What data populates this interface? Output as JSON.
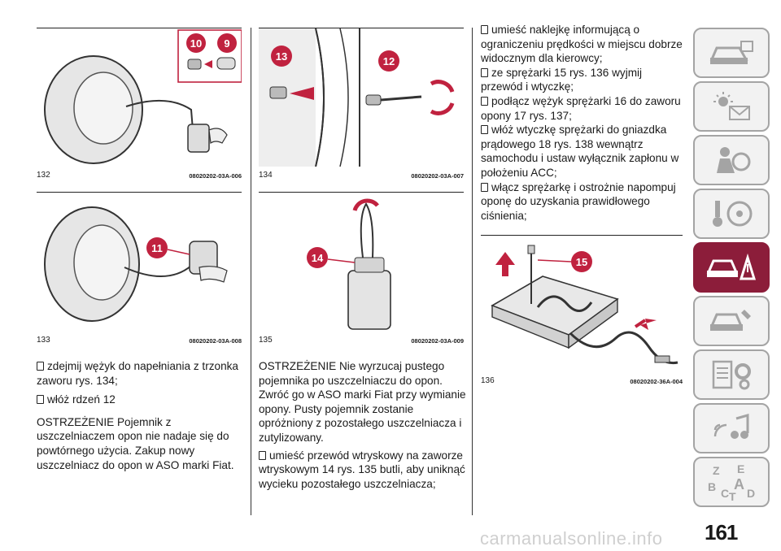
{
  "figures": {
    "f132": {
      "number": "132",
      "code": "08020202-03A-006",
      "callouts": [
        "10",
        "9"
      ]
    },
    "f133": {
      "number": "133",
      "code": "08020202-03A-008",
      "callouts": [
        "11"
      ]
    },
    "f134": {
      "number": "134",
      "code": "08020202-03A-007",
      "callouts": [
        "13",
        "12"
      ]
    },
    "f135": {
      "number": "135",
      "code": "08020202-03A-009",
      "callouts": [
        "14"
      ]
    },
    "f136": {
      "number": "136",
      "code": "08020202-36A-004",
      "callouts": [
        "15"
      ]
    }
  },
  "column1": {
    "bullets": [
      "zdejmij wężyk do napełniania z trzonka zaworu rys. 134;",
      "włóż rdzeń 12"
    ],
    "warning": "OSTRZEŻENIE Pojemnik z uszczelniaczem opon nie nadaje się do powtórnego użycia. Zakup nowy uszczelniacz do opon w ASO marki Fiat."
  },
  "column2": {
    "warning": "OSTRZEŻENIE Nie wyrzucaj pustego pojemnika po uszczelniaczu do opon. Zwróć go w ASO marki Fiat przy wymianie opony. Pusty pojemnik zostanie opróżniony z pozostałego uszczelniacza i zutylizowany.",
    "bullets": [
      "umieść przewód wtryskowy na zaworze wtryskowym 14 rys. 135 butli, aby uniknąć wycieku pozostałego uszczelniacza;"
    ]
  },
  "column3": {
    "bullets": [
      "umieść naklejkę informującą o ograniczeniu prędkości w miejscu dobrze widocznym dla kierowcy;",
      "ze sprężarki 15 rys. 136 wyjmij przewód i wtyczkę;",
      "podłącz wężyk sprężarki 16 do zaworu opony 17 rys. 137;",
      "włóż wtyczkę sprężarki do gniazdka prądowego 18 rys. 138 wewnątrz samochodu i ustaw wyłącznik zapłonu w położeniu ACC;",
      "włącz sprężarkę i ostrożnie napompuj oponę do uzyskania prawidłowego ciśnienia;"
    ]
  },
  "page_number": "161",
  "watermark": "carmanualsonline.info",
  "tabs_icons": [
    "car-dashboard-icon",
    "warning-lights-icon",
    "airbag-safety-icon",
    "key-steering-wheel-icon",
    "car-breakdown-icon",
    "car-service-icon",
    "tech-data-icon",
    "multimedia-icon",
    "index-icon"
  ],
  "colors": {
    "accent": "#8c1d3a",
    "callout": "#c0223f",
    "tab_border": "#a4a4a4"
  },
  "index_letters": [
    "Z",
    "E",
    "B",
    "A",
    "C",
    "D",
    "T"
  ]
}
